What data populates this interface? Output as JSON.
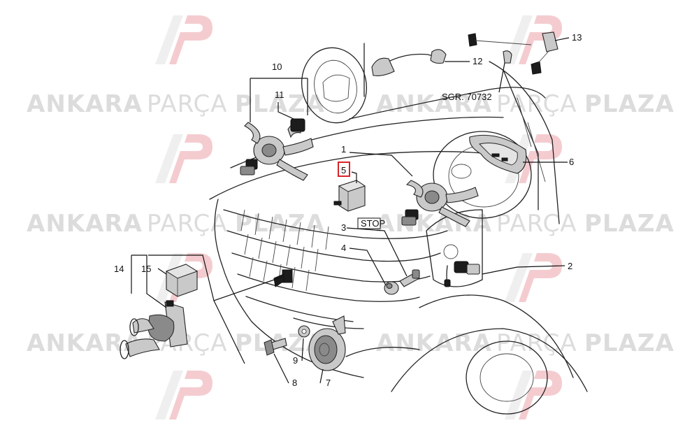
{
  "watermark": {
    "word1": "ANKARA",
    "word2": "PARÇA",
    "word3": "PLAZA",
    "logo_letters": "AP",
    "colors": {
      "light": "#d9d9d9",
      "logo_red": "#f3c7cb",
      "logo_gray": "#dddddd"
    }
  },
  "diagram": {
    "reference_code": "SGR. 70732",
    "stop_tag": "STOP",
    "highlight_color": "#d8232a",
    "callouts": [
      "1",
      "2",
      "3",
      "4",
      "5",
      "6",
      "7",
      "8",
      "9",
      "10",
      "11",
      "12",
      "13",
      "14",
      "15"
    ],
    "highlighted_callout": "5"
  }
}
